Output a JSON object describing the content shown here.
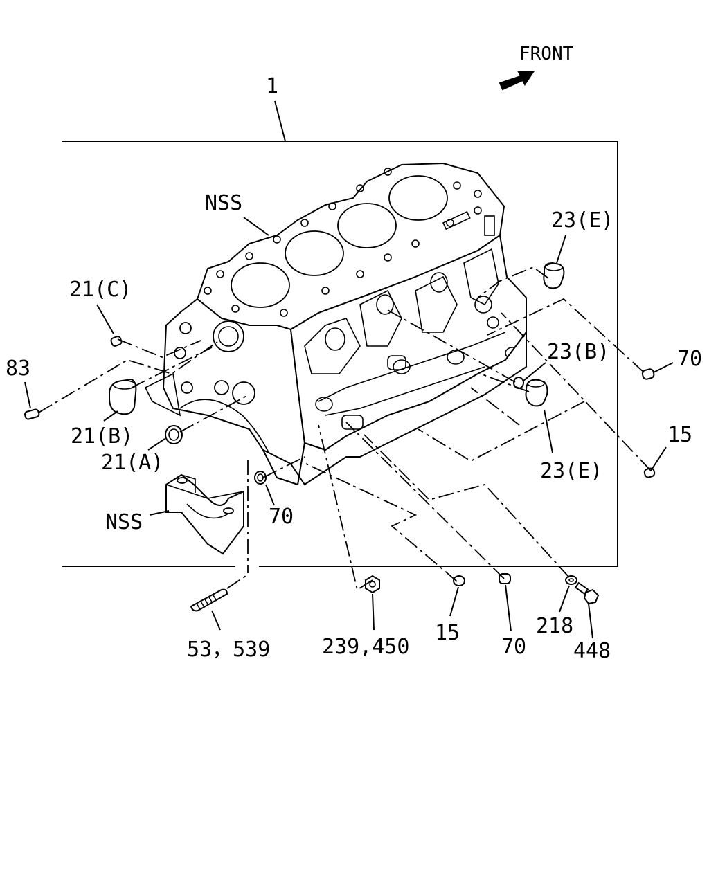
{
  "direction": {
    "text": "FRONT",
    "icon": "front-arrow-icon"
  },
  "assembly_label": "1",
  "labels": {
    "nss_gasket": "NSS",
    "nss_cap": "NSS",
    "p21c": "21(C)",
    "p21b": "21(B)",
    "p21a": "21(A)",
    "p83": "83",
    "p23e_top": "23(E)",
    "p23b": "23(B)",
    "p23e_bottom": "23(E)",
    "p70_right": "70",
    "p15_right": "15",
    "p70_left": "70",
    "p53": "53，539",
    "p239": "239,450",
    "p15_bottom": "15",
    "p70_bottom": "70",
    "p218": "218",
    "p448": "448"
  }
}
